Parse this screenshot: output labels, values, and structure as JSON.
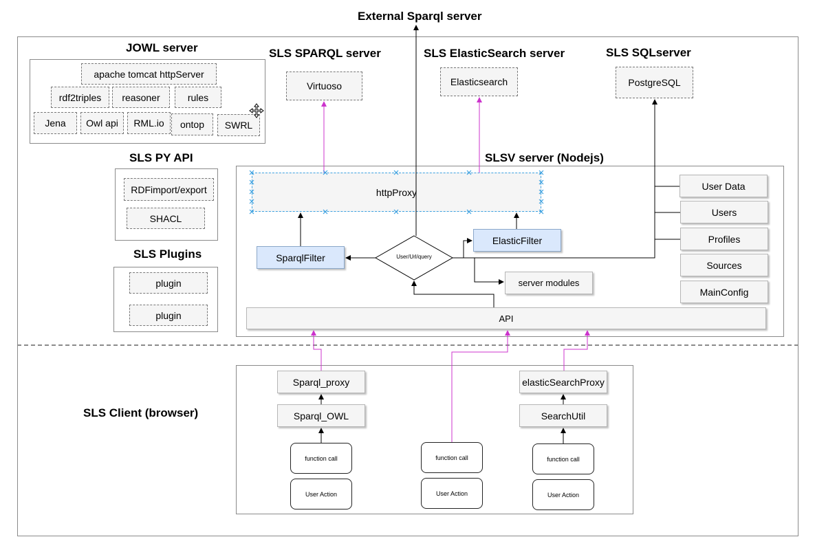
{
  "external": {
    "title": "External Sparql server"
  },
  "jowl": {
    "title": "JOWL server",
    "items": [
      "apache tomcat httpServer",
      "rdf2triples",
      "reasoner",
      "rules",
      "Jena",
      "Owl api",
      "RML.io",
      "ontop",
      "SWRL"
    ]
  },
  "sparql_server": {
    "title": "SLS SPARQL server",
    "item": "Virtuoso"
  },
  "elastic_server": {
    "title": "SLS ElasticSearch server",
    "item": "Elasticsearch"
  },
  "sql_server": {
    "title": "SLS SQLserver",
    "item": "PostgreSQL"
  },
  "py_api": {
    "title": "SLS PY API",
    "items": [
      "RDFimport/export",
      "SHACL"
    ]
  },
  "plugins": {
    "title": "SLS Plugins",
    "items": [
      "plugin",
      "plugin"
    ]
  },
  "slsv": {
    "title": "SLSV server (Nodejs)",
    "http_proxy": "httpProxy",
    "sparql_filter": "SparqlFilter",
    "decision": "User/Url/query",
    "elastic_filter": "ElasticFilter",
    "server_modules": "server modules",
    "api": "API",
    "config": [
      "User Data",
      "Users",
      "Profiles",
      "Sources",
      "MainConfig"
    ]
  },
  "client": {
    "title": "SLS Client (browser)",
    "sparql_proxy": "Sparql_proxy",
    "sparql_owl": "Sparql_OWL",
    "elastic_proxy": "elasticSearchProxy",
    "search_util": "SearchUtil",
    "function_call": "function call",
    "user_action": "User Action"
  },
  "colors": {
    "magenta": "#cc33cc",
    "blue_fill": "#dae8fc",
    "box_fill": "#f5f5f5",
    "frame": "#8a8a8a",
    "handle": "#3aa0e0"
  }
}
